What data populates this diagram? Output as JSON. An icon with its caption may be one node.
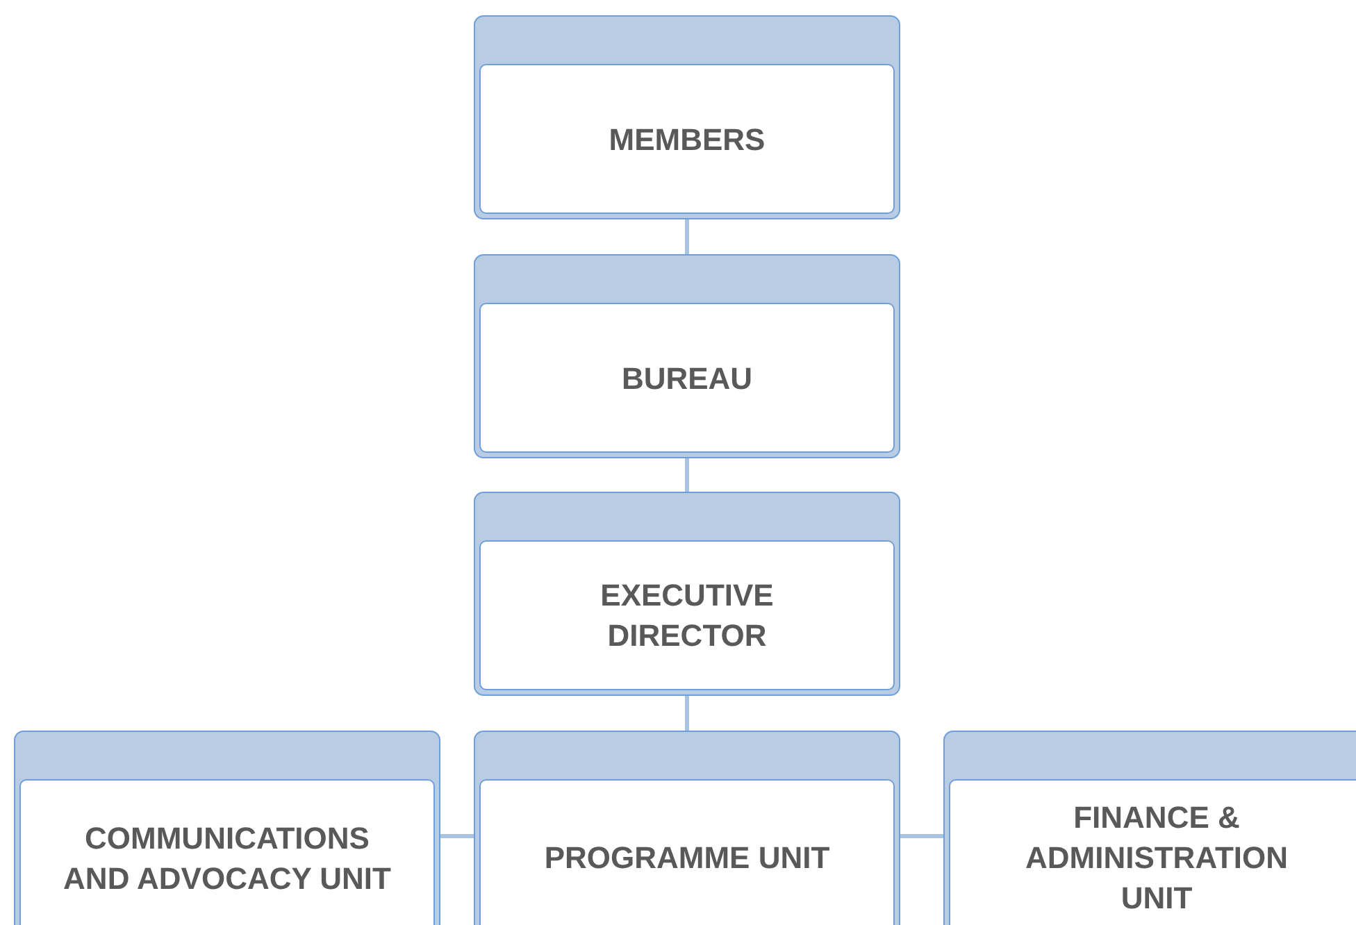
{
  "diagram": {
    "nodes": [
      {
        "text": [
          "MEMBERS"
        ]
      },
      {
        "text": [
          "BUREAU"
        ]
      },
      {
        "text": [
          "EXECUTIVE DIRECTOR"
        ]
      },
      {
        "text": [
          "COMMUNICATIONS AND ADVOCACY UNIT"
        ]
      },
      {
        "text": [
          "PROGRAMME UNIT"
        ]
      },
      {
        "text": [
          "FINANCE & ADMINISTRATION UNIT"
        ]
      }
    ],
    "edges": [
      {
        "from": 0,
        "to": 1,
        "arrow": "none"
      },
      {
        "from": 1,
        "to": 2,
        "arrow": "none"
      },
      {
        "from": 2,
        "to": 4,
        "arrow": "none"
      },
      {
        "from": 4,
        "to": 3,
        "arrow": "none"
      },
      {
        "from": 4,
        "to": 5,
        "arrow": "none"
      }
    ]
  }
}
